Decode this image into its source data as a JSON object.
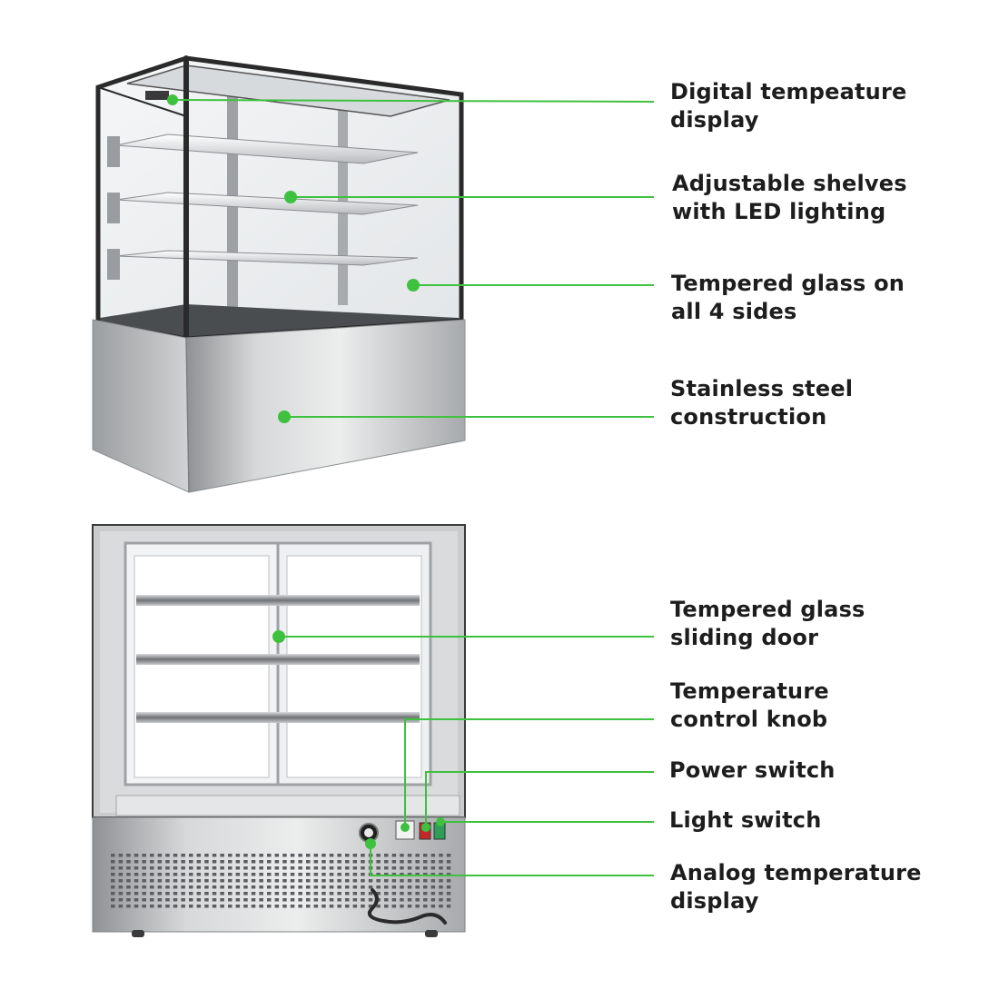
{
  "callouts": [
    {
      "id": "digital-display",
      "lines": [
        "Digital tempeature",
        "display"
      ]
    },
    {
      "id": "adjustable-shelves",
      "lines": [
        "Adjustable shelves",
        "with LED lighting"
      ]
    },
    {
      "id": "tempered-glass-sides",
      "lines": [
        "Tempered glass on",
        "all 4 sides"
      ]
    },
    {
      "id": "stainless-steel",
      "lines": [
        "Stainless steel",
        "construction"
      ]
    },
    {
      "id": "sliding-door",
      "lines": [
        "Tempered glass",
        "sliding door"
      ]
    },
    {
      "id": "temp-knob",
      "lines": [
        "Temperature",
        "control knob"
      ]
    },
    {
      "id": "power-switch",
      "lines": [
        "Power switch"
      ]
    },
    {
      "id": "light-switch",
      "lines": [
        "Light switch"
      ]
    },
    {
      "id": "analog-display",
      "lines": [
        "Analog temperature",
        "display"
      ]
    }
  ],
  "colors": {
    "accent": "#3ec13e",
    "steel": "#b9bcbe",
    "frame": "#2a2a2a"
  }
}
